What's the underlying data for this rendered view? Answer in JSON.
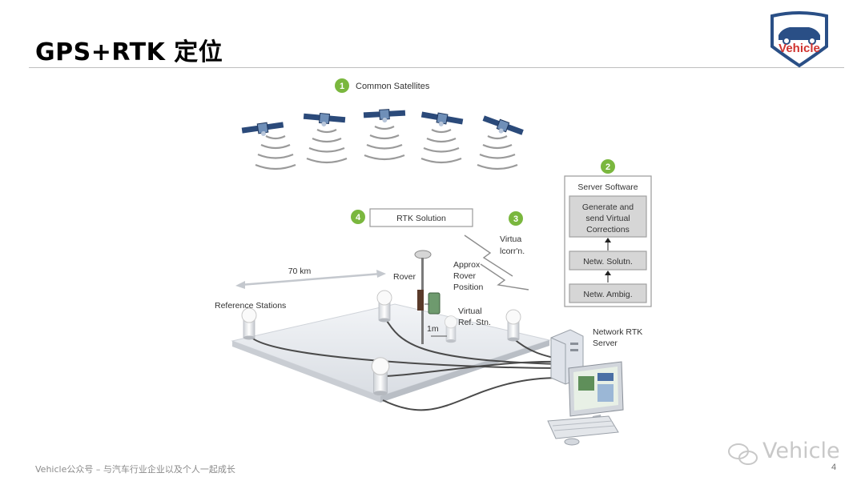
{
  "slide": {
    "title": "GPS+RTK 定位",
    "footer": "Vehicle公众号 – 与汽车行业企业以及个人一起成长",
    "page_number": "4",
    "watermark": "Vehicle",
    "logo_text": "Vehicle"
  },
  "diagram": {
    "steps": [
      {
        "number": "1",
        "label": "Common Satellites"
      },
      {
        "number": "2",
        "label": "Server Software"
      },
      {
        "number": "3",
        "label": [
          "Virtua",
          "lcorr'n."
        ]
      },
      {
        "number": "4",
        "label": "RTK Solution"
      }
    ],
    "server_boxes": [
      [
        "Generate and",
        "send Virtual",
        "Corrections"
      ],
      "Netw. Solutn.",
      "Netw. Ambig."
    ],
    "labels": {
      "distance": "70 km",
      "rover": "Rover",
      "approx_rover_position": [
        "Approx",
        "Rover",
        "Position"
      ],
      "reference_stations": "Reference Stations",
      "virtual_ref_stn": [
        "Virtual",
        "Ref. Stn."
      ],
      "one_m": "1m",
      "network_rtk_server": [
        "Network RTK",
        "Server"
      ]
    },
    "colors": {
      "step_badge": "#7ab73e",
      "box_gray": "#d6d6d6",
      "platform": "#e3e6eb",
      "satellite_panel": "#2b4a7a"
    }
  }
}
